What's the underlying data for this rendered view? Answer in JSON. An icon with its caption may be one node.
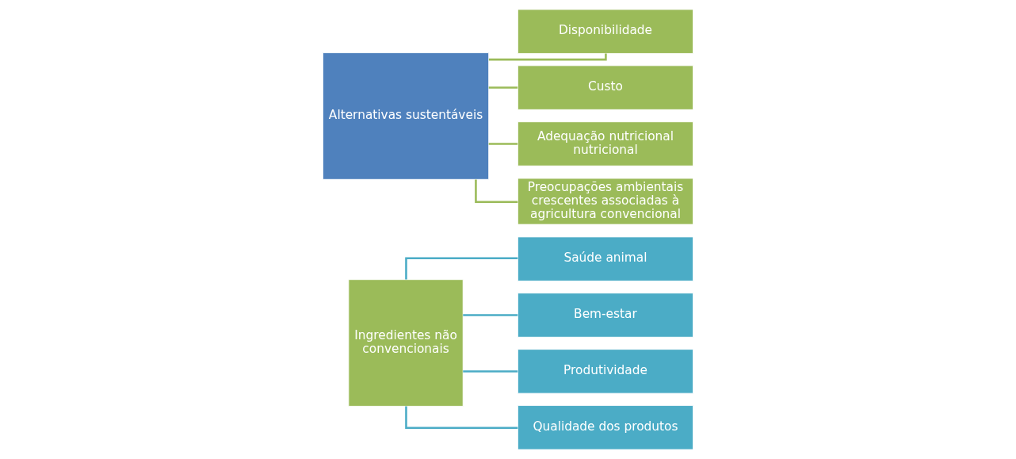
{
  "diagram": {
    "nodes": [
      {
        "text": [
          "Ingredientes não convencionais"
        ]
      },
      {
        "text": [
          "Saúde animal"
        ]
      },
      {
        "text": [
          "Bem-estar"
        ]
      },
      {
        "text": [
          "Produtividade"
        ]
      },
      {
        "text": [
          "Qualidade dos produtos"
        ]
      },
      {
        "text": [
          "Alternativas sustentáveis"
        ]
      },
      {
        "text": [
          "Disponibilidade"
        ]
      },
      {
        "text": [
          "Custo"
        ]
      },
      {
        "text": [
          "Adequação nutricional nutricional"
        ]
      },
      {
        "text": [
          "Preocupações ambientais crescentes associadas à agricultura convencional"
        ]
      }
    ],
    "edges": [
      {
        "from": 0,
        "to": 1,
        "arrow": "none",
        "color": "#4bacc6"
      },
      {
        "from": 0,
        "to": 2,
        "arrow": "none",
        "color": "#4bacc6"
      },
      {
        "from": 0,
        "to": 3,
        "arrow": "none",
        "color": "#4bacc6"
      },
      {
        "from": 0,
        "to": 4,
        "arrow": "none",
        "color": "#4bacc6"
      },
      {
        "from": 5,
        "to": 6,
        "arrow": "none",
        "color": "#9bbb59"
      },
      {
        "from": 5,
        "to": 7,
        "arrow": "none",
        "color": "#9bbb59"
      },
      {
        "from": 5,
        "to": 8,
        "arrow": "none",
        "color": "#9bbb59"
      },
      {
        "from": 5,
        "to": 9,
        "arrow": "none",
        "color": "#9bbb59"
      }
    ]
  }
}
